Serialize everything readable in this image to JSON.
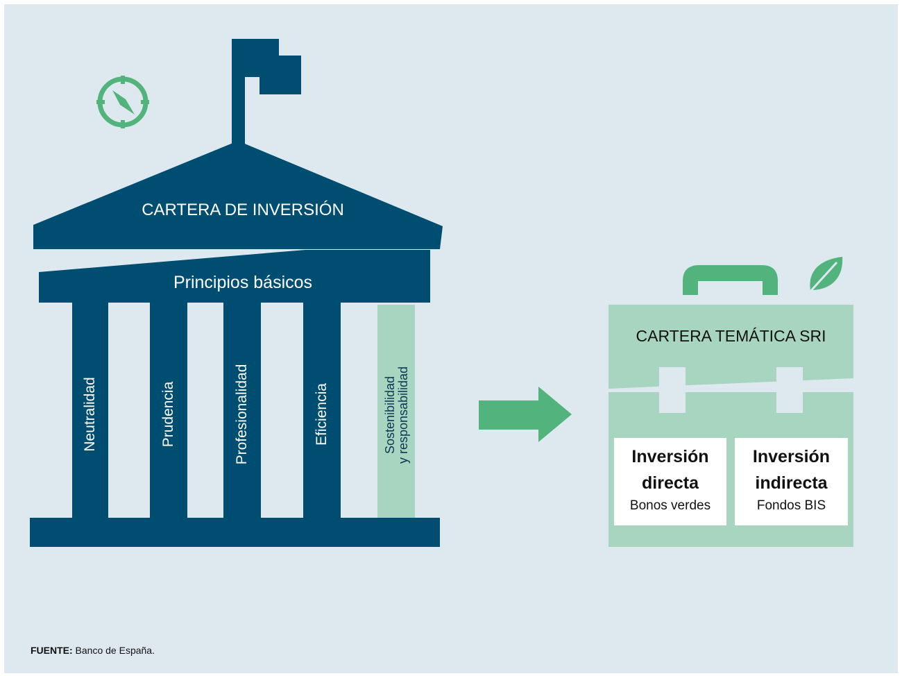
{
  "colors": {
    "background": "#dde9ef",
    "navy": "#004d72",
    "green": "#52b47c",
    "light_green": "#a8d5bf",
    "white": "#ffffff"
  },
  "icons": {
    "compass": "compass-icon",
    "flag": "flag-icon",
    "leaf": "leaf-icon",
    "arrow": "arrow-right-icon"
  },
  "building": {
    "roof_label": "CARTERA DE INVERSIÓN",
    "beam_label": "Principios básicos",
    "pillars": [
      {
        "label": "Neutralidad"
      },
      {
        "label": "Prudencia"
      },
      {
        "label": "Profesionalidad"
      },
      {
        "label": "Eficiencia"
      },
      {
        "label_line1": "Sostenibilidad",
        "label_line2": "y responsabilidad"
      }
    ]
  },
  "briefcase": {
    "title": "CARTERA TEMÁTICA SRI",
    "cards": [
      {
        "title_line1": "Inversión",
        "title_line2": "directa",
        "subtitle": "Bonos verdes"
      },
      {
        "title_line1": "Inversión",
        "title_line2": "indirecta",
        "subtitle": "Fondos BIS"
      }
    ]
  },
  "source": {
    "label": "FUENTE:",
    "text": " Banco de España."
  }
}
